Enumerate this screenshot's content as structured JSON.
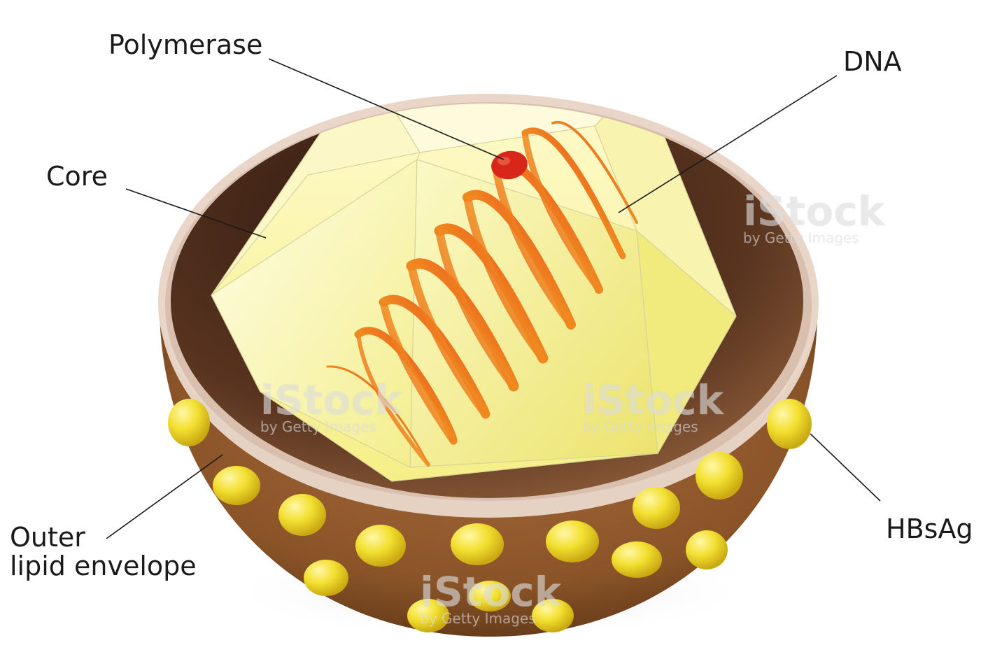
{
  "labels": {
    "polymerase": "Polymerase",
    "dna": "DNA",
    "core": "Core",
    "outer_line1": "Outer",
    "outer_line2": "lipid envelope",
    "hbsag": "HBsAg"
  },
  "watermark": {
    "brand": "iStock",
    "sub": "by Getty Images"
  },
  "colors": {
    "envelope_outer": "#8b5529",
    "envelope_rim": "#e9d6c9",
    "envelope_inner": "#3b2216",
    "capsid": "#f6f3a0",
    "dna": "#e53a1e",
    "dna_light": "#f0b820",
    "polymerase": "#d9261a",
    "hbsag": "#f2df2a"
  }
}
